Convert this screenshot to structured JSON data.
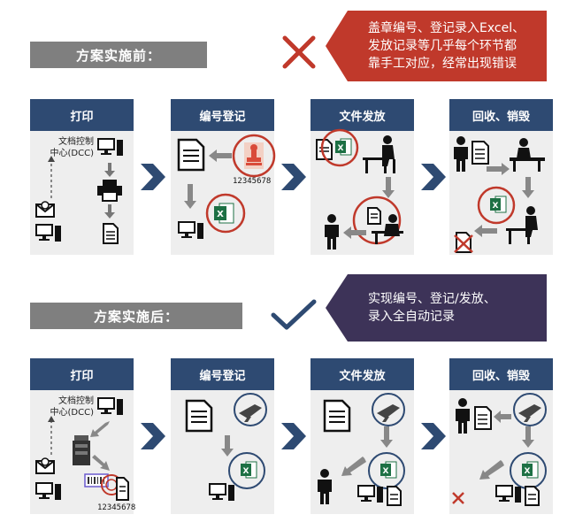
{
  "before": {
    "label": "方案实施前：",
    "callout_lines": [
      "盖章编号、登记录入Excel、",
      "发放记录等几乎每个环节都",
      "靠手工对应，经常出现错误"
    ],
    "panels": [
      {
        "title": "打印",
        "dcc_line1": "文档控制",
        "dcc_line2": "中心(DCC)"
      },
      {
        "title": "编号登记",
        "code": "12345678"
      },
      {
        "title": "文件发放"
      },
      {
        "title": "回收、销毁"
      }
    ]
  },
  "after": {
    "label": "方案实施后：",
    "callout_lines": [
      "实现编号、登记/发放、",
      "录入全自动记录"
    ],
    "panels": [
      {
        "title": "打印",
        "dcc_line1": "文档控制",
        "dcc_line2": "中心(DCC)",
        "code": "12345678"
      },
      {
        "title": "编号登记"
      },
      {
        "title": "文件发放"
      },
      {
        "title": "回收、销毁"
      }
    ]
  },
  "colors": {
    "panel_header": "#2e4a72",
    "cross": "#c0392b",
    "check": "#2e4a72",
    "red_callout": "#c0392b",
    "purple_callout": "#3d3358"
  }
}
